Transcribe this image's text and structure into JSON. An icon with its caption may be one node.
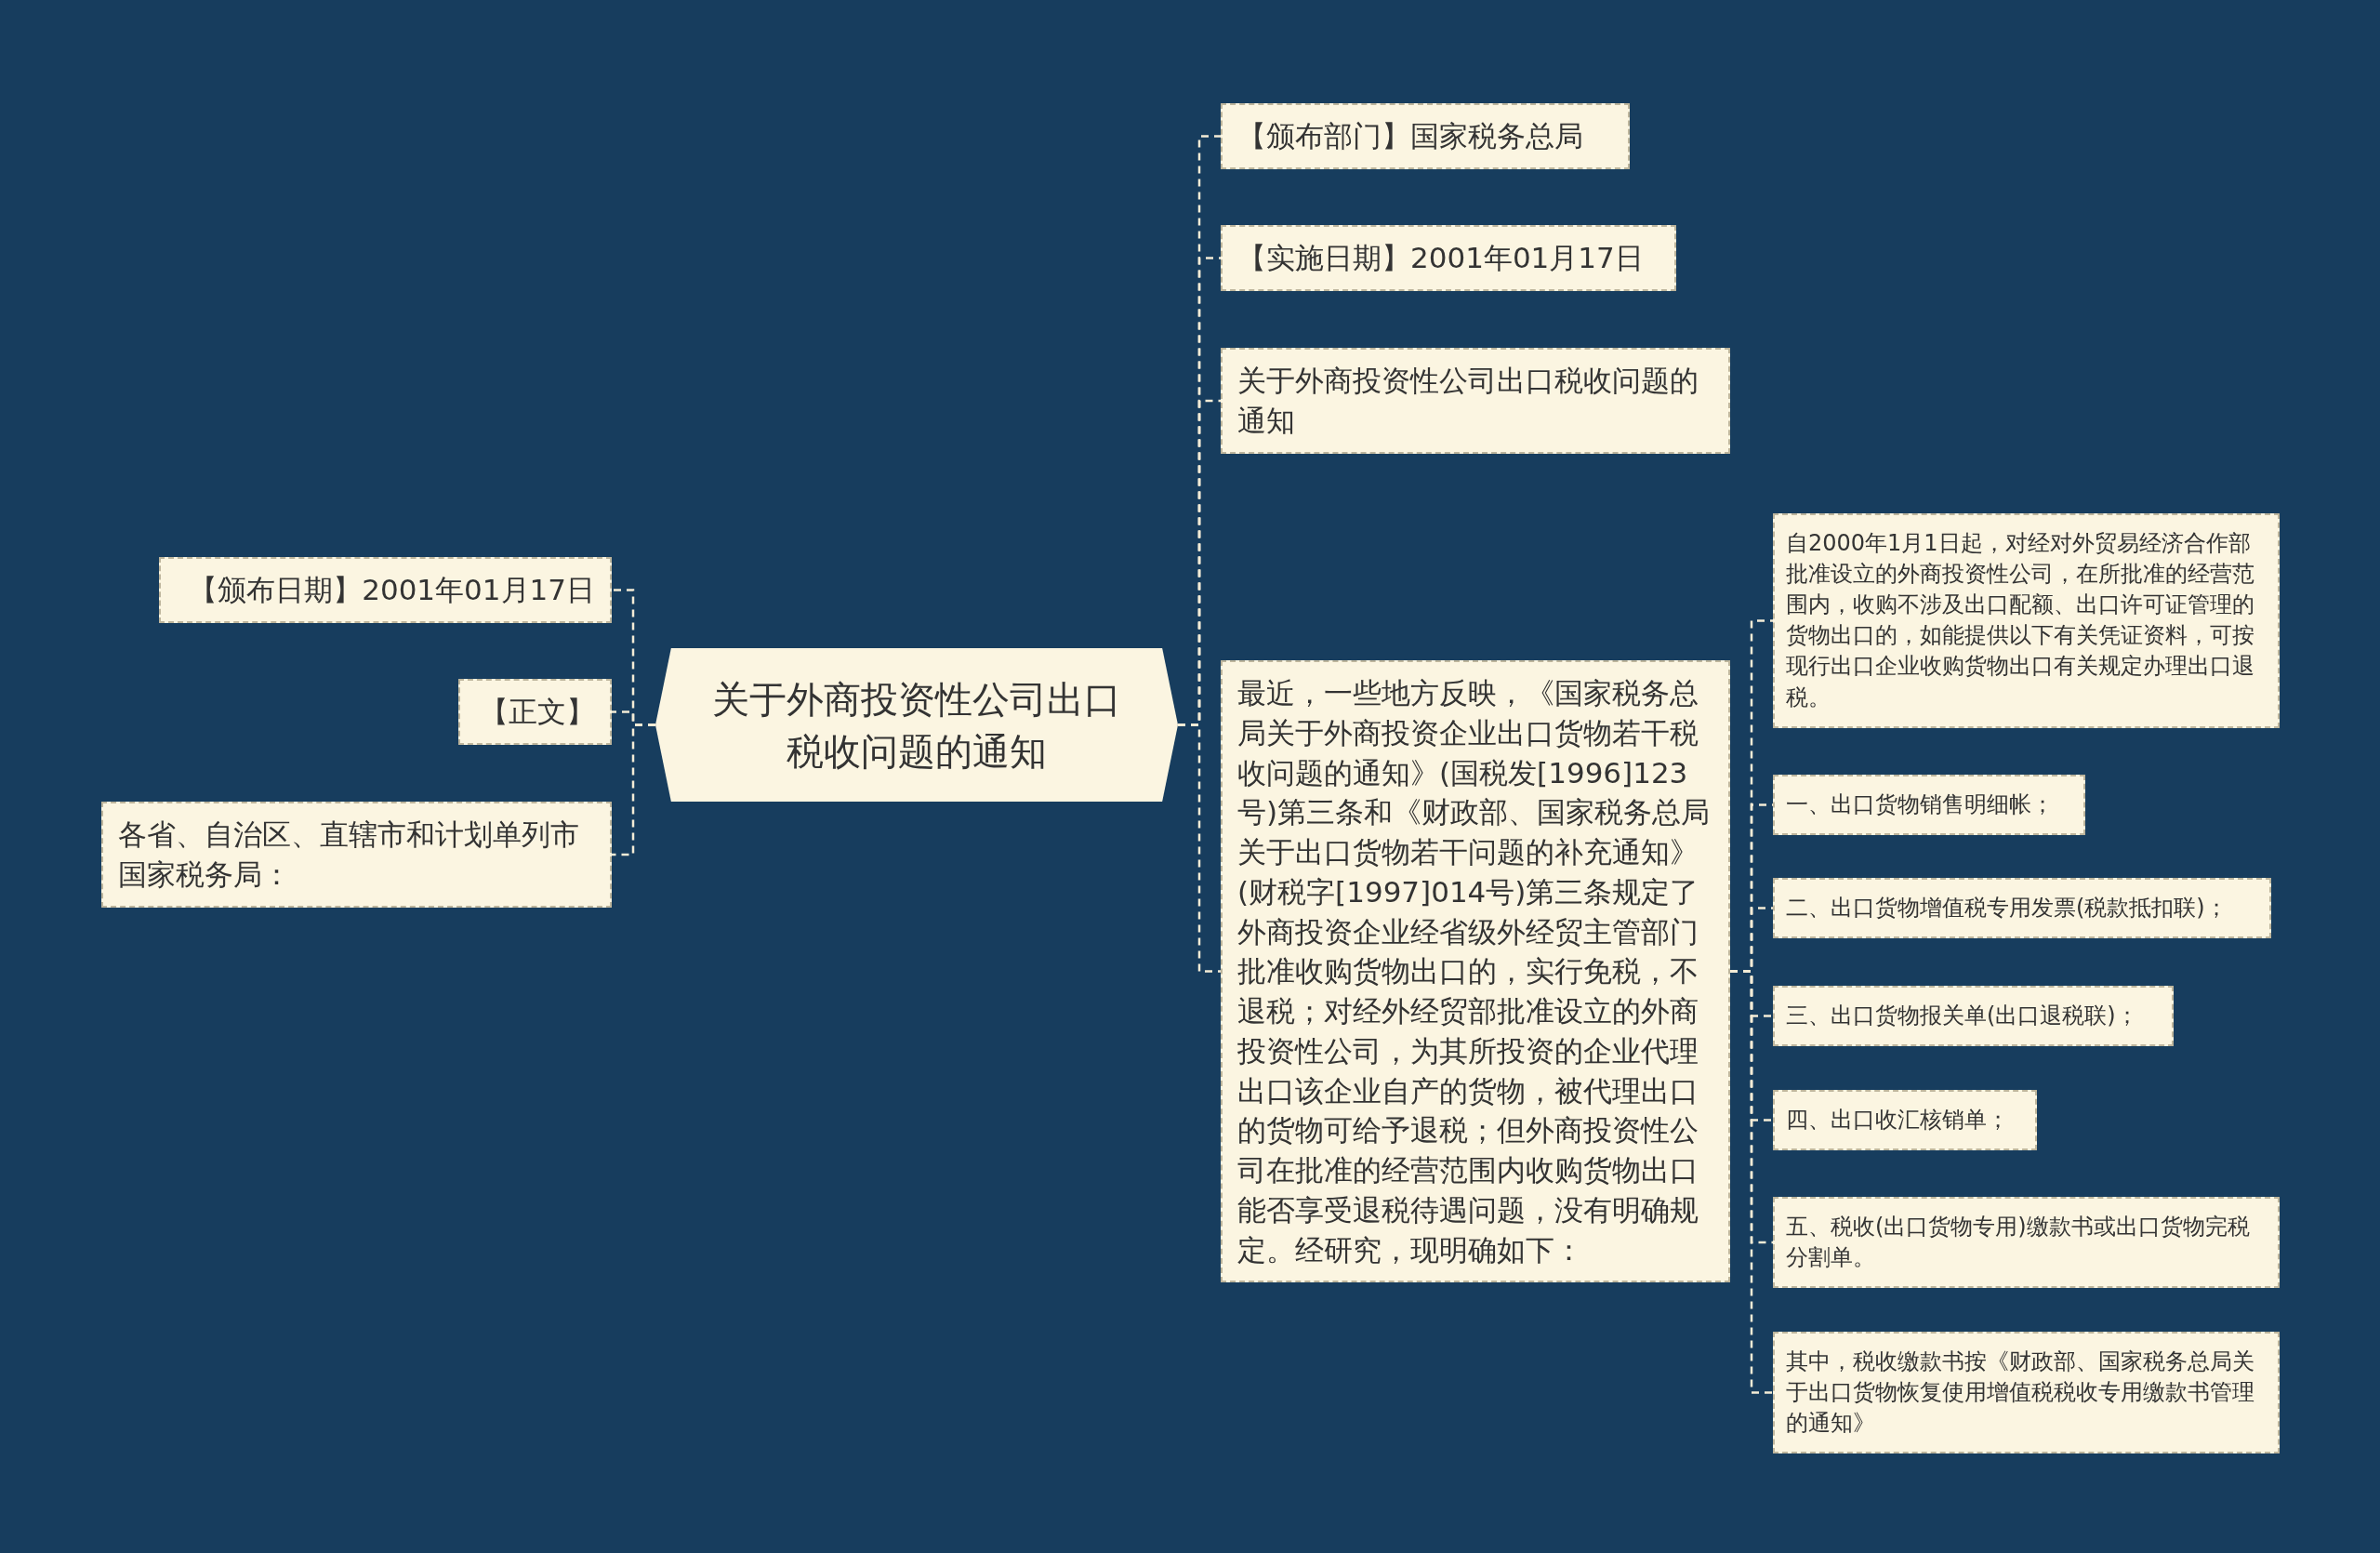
{
  "diagram": {
    "nodes": [
      {
        "text": [
          "关于外商投资性公司出口税收问题的通知"
        ]
      },
      {
        "text": [
          "【颁布日期】2001年01月17日"
        ]
      },
      {
        "text": [
          "【正文】"
        ]
      },
      {
        "text": [
          "各省、自治区、直辖市和计划单列市国家税务局："
        ]
      },
      {
        "text": [
          "【颁布部门】国家税务总局"
        ]
      },
      {
        "text": [
          "【实施日期】2001年01月17日"
        ]
      },
      {
        "text": [
          "关于外商投资性公司出口税收问题的通知"
        ]
      },
      {
        "text": [
          "最近，一些地方反映，《国家税务总局关于外商投资企业出口货物若干税收问题的通知》(国税发[1996]123号)第三条和《财政部、国家税务总局关于出口货物若干问题的补充通知》(财税字[1997]014号)第三条规定了外商投资企业经省级外经贸主管部门批准收购货物出口的，实行免税，不退税；对经外经贸部批准设立的外商投资性公司，为其所投资的企业代理出口该企业自产的货物，被代理出口的货物可给予退税；但外商投资性公司在批准的经营范围内收购货物出口能否享受退税待遇问题，没有明确规定。经研究，现明确如下："
        ]
      },
      {
        "text": [
          "自2000年1月1日起，对经对外贸易经济合作部批准设立的外商投资性公司，在所批准的经营范围内，收购不涉及出口配额、出口许可证管理的货物出口的，如能提供以下有关凭证资料，可按现行出口企业收购货物出口有关规定办理出口退税。"
        ]
      },
      {
        "text": [
          "一、出口货物销售明细帐；"
        ]
      },
      {
        "text": [
          "二、出口货物增值税专用发票(税款抵扣联)；"
        ]
      },
      {
        "text": [
          "三、出口货物报关单(出口退税联)；"
        ]
      },
      {
        "text": [
          "四、出口收汇核销单；"
        ]
      },
      {
        "text": [
          "五、税收(出口货物专用)缴款书或出口货物完税分割单。"
        ]
      },
      {
        "text": [
          "其中，税收缴款书按《财政部、国家税务总局关于出口货物恢复使用增值税税收专用缴款书管理的通知》"
        ]
      }
    ],
    "edges": [
      {
        "from": 0,
        "to": 1,
        "arrow": "none",
        "style": "dashed"
      },
      {
        "from": 0,
        "to": 2,
        "arrow": "none",
        "style": "dashed"
      },
      {
        "from": 0,
        "to": 3,
        "arrow": "none",
        "style": "dashed"
      },
      {
        "from": 0,
        "to": 4,
        "arrow": "none",
        "style": "dashed"
      },
      {
        "from": 0,
        "to": 5,
        "arrow": "none",
        "style": "dashed"
      },
      {
        "from": 0,
        "to": 6,
        "arrow": "none",
        "style": "dashed"
      },
      {
        "from": 0,
        "to": 7,
        "arrow": "none",
        "style": "dashed"
      },
      {
        "from": 7,
        "to": 8,
        "arrow": "none",
        "style": "dashed"
      },
      {
        "from": 7,
        "to": 9,
        "arrow": "none",
        "style": "dashed"
      },
      {
        "from": 7,
        "to": 10,
        "arrow": "none",
        "style": "dashed"
      },
      {
        "from": 7,
        "to": 11,
        "arrow": "none",
        "style": "dashed"
      },
      {
        "from": 7,
        "to": 12,
        "arrow": "none",
        "style": "dashed"
      },
      {
        "from": 7,
        "to": 13,
        "arrow": "none",
        "style": "dashed"
      },
      {
        "from": 7,
        "to": 14,
        "arrow": "none",
        "style": "dashed"
      }
    ]
  }
}
